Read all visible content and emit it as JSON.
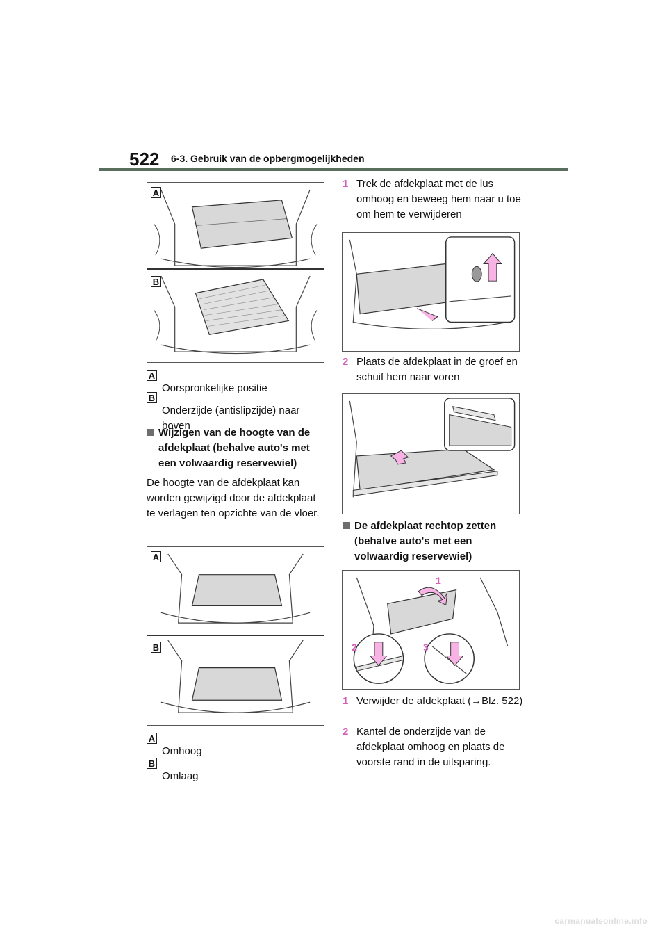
{
  "header": {
    "page_number": "522",
    "section_title": "6-3. Gebruik van de opbergmogelijkheden"
  },
  "left_column": {
    "figure1": {
      "tag_a": "A",
      "tag_b": "B"
    },
    "captions1": [
      {
        "tag": "A",
        "text": "Oorspronkelijke positie"
      },
      {
        "tag": "B",
        "text": "Onderzijde (antislipzijde) naar boven"
      }
    ],
    "heading": "Wijzigen van de hoogte van de afdekplaat (behalve auto's met een volwaardig reservewiel)",
    "paragraph": "De hoogte van de afdekplaat kan worden gewijzigd door de afdekplaat te verlagen ten opzichte van de vloer.",
    "figure2": {
      "tag_a": "A",
      "tag_b": "B"
    },
    "captions2": [
      {
        "tag": "A",
        "text": "Omhoog"
      },
      {
        "tag": "B",
        "text": "Omlaag"
      }
    ]
  },
  "right_column": {
    "steps_top": [
      {
        "num": "1",
        "text": "Trek de afdekplaat met de lus omhoog en beweeg hem naar u toe om hem te verwijderen"
      },
      {
        "num": "2",
        "text": "Plaats de afdekplaat in de groef en schuif hem naar voren"
      }
    ],
    "heading": "De afdekplaat rechtop zetten (behalve auto's met een volwaardig reservewiel)",
    "figure_labels": [
      "1",
      "2",
      "3"
    ],
    "steps_bottom": [
      {
        "num": "1",
        "text": "Verwijder de afdekplaat (→Blz. 522)"
      },
      {
        "num": "2",
        "text": "Kantel de onderzijde van de afdekplaat omhoog en plaats de voorste rand in de uitsparing."
      }
    ]
  },
  "colors": {
    "accent": "#d35fb7",
    "rule": "#5a6e5e",
    "arrow_fill": "#f6b3e4"
  },
  "footer": {
    "watermark": "carmanualsonline.info"
  }
}
